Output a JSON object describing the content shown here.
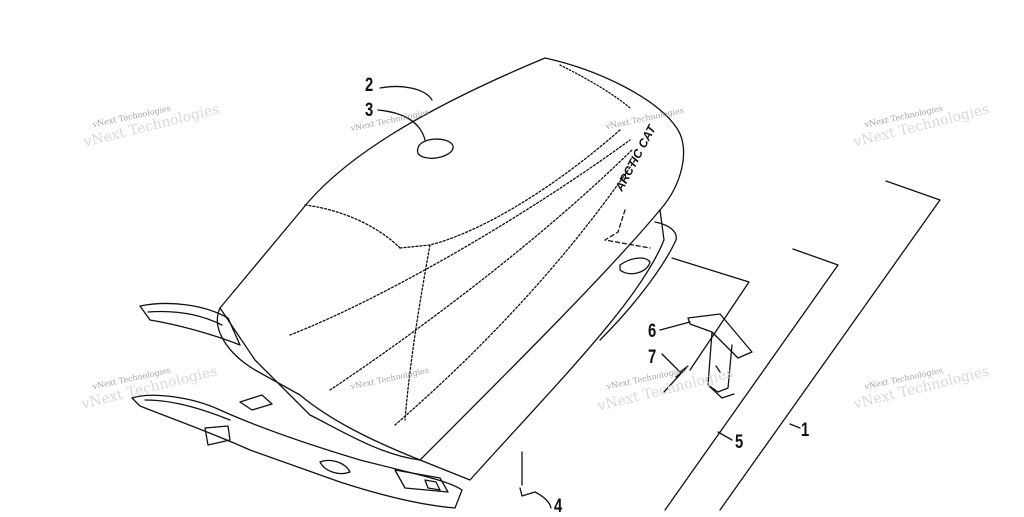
{
  "callouts": {
    "c1": "1",
    "c2": "2",
    "c3": "3",
    "c4": "4",
    "c5": "5",
    "c6": "6",
    "c7": "7"
  },
  "watermark": "vNext Technologies",
  "seat_brand": "ARCTIC CAT"
}
